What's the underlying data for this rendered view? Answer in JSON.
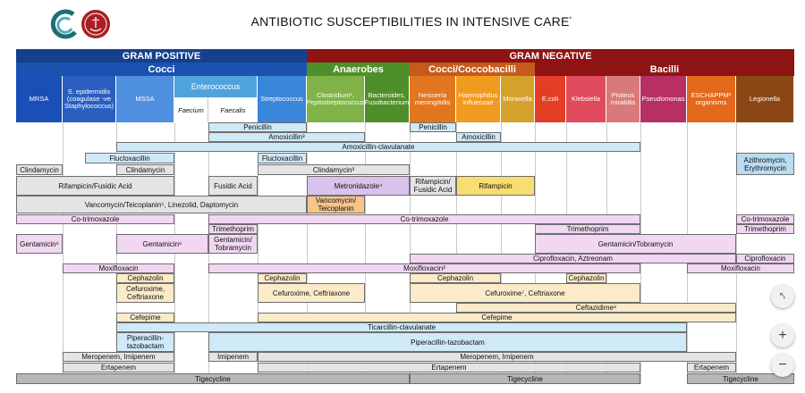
{
  "title": "ANTIBIOTIC SUSCEPTIBILITIES IN INTENSIVE CARE",
  "title_mark": "*",
  "headers": {
    "gram_positive": "GRAM POSITIVE",
    "gram_negative": "GRAM NEGATIVE",
    "cocci": "Cocci",
    "anaerobes": "Anaerobes",
    "cocci_coccobacilli": "Cocci/Coccobacilli",
    "bacilli": "Bacilli",
    "enterococcus": "Enterococcus",
    "faecium": "Faecium",
    "faecalis": "Faecalis"
  },
  "columns": [
    {
      "label": "MRSA"
    },
    {
      "label": "S. epidermidis (coagulase -ve Staphylococcus)"
    },
    {
      "label": "MSSA"
    },
    {
      "label": "Streptococcus"
    },
    {
      "label": "Clostridium¹, Peptostreptococcus"
    },
    {
      "label": "Bacteroides, Fusobacterium"
    },
    {
      "label": "Neisseria meningitidis"
    },
    {
      "label": "Haemophilus influenzae"
    },
    {
      "label": "Moraxella"
    },
    {
      "label": "E.coli"
    },
    {
      "label": "Klebsiella"
    },
    {
      "label": "Proteus mirabilis"
    },
    {
      "label": "Pseudomonas"
    },
    {
      "label": "ESCHAPPM² organisms"
    },
    {
      "label": "Legionella"
    }
  ],
  "bars": [
    {
      "label": "Penicillin"
    },
    {
      "label": "Penicillin"
    },
    {
      "label": "Amoxicillin³"
    },
    {
      "label": "Amoxicillin"
    },
    {
      "label": "Amoxicillin-clavulanate"
    },
    {
      "label": "Flucloxacillin"
    },
    {
      "label": "Flucloxacillin"
    },
    {
      "label": "Azithromycin, Erythromycin"
    },
    {
      "label": "Clindamycin"
    },
    {
      "label": "Clindamycin"
    },
    {
      "label": "Clindamycin³"
    },
    {
      "label": "Rifampicin/Fusidic Acid"
    },
    {
      "label": "Fusidic Acid"
    },
    {
      "label": "Metronidazole⁴"
    },
    {
      "label": "Rifampicin/ Fusidic Acid"
    },
    {
      "label": "Rifampicin"
    },
    {
      "label": "Vancomycin/Teicoplanin⁵, Linezolid, Daptomycin"
    },
    {
      "label": "Vancomycin/ Teicoplanin"
    },
    {
      "label": "Co-trimoxazole"
    },
    {
      "label": "Co-trimoxazole"
    },
    {
      "label": "Co-trimoxazole"
    },
    {
      "label": "Trimethoprim"
    },
    {
      "label": "Trimethoprim"
    },
    {
      "label": "Trimethoprim"
    },
    {
      "label": "Gentamicin⁶"
    },
    {
      "label": "Gentamicin⁶"
    },
    {
      "label": "Gentamicin/ Tobramycin"
    },
    {
      "label": "Gentamicin/Tobramycin"
    },
    {
      "label": "Ciprofloxacin, Aztreonam"
    },
    {
      "label": "Ciprofloxacin"
    },
    {
      "label": "Moxifloxacin"
    },
    {
      "label": "Moxifloxacin³"
    },
    {
      "label": "Moxifloxacin"
    },
    {
      "label": "Cephazolin"
    },
    {
      "label": "Cephazolin"
    },
    {
      "label": "Cephazolin"
    },
    {
      "label": "Cephazolin"
    },
    {
      "label": "Cefuroxime, Ceftriaxone"
    },
    {
      "label": "Cefuroxime, Ceftriaxone"
    },
    {
      "label": "Cefuroxime⁷, Ceftriaxone"
    },
    {
      "label": "Ceftazidime⁸"
    },
    {
      "label": "Cefepime"
    },
    {
      "label": "Cefepime"
    },
    {
      "label": "Ticarcillin-clavulanate"
    },
    {
      "label": "Piperacillin-tazobactam"
    },
    {
      "label": "Piperacillin-tazobactam"
    },
    {
      "label": "Meropenem, Imipenem"
    },
    {
      "label": "Imipenem"
    },
    {
      "label": "Meropenem, Imipenem"
    },
    {
      "label": "Ertapenem"
    },
    {
      "label": "Ertapenem"
    },
    {
      "label": "Ertapenem"
    },
    {
      "label": "Tigecycline"
    },
    {
      "label": "Tigecycline"
    },
    {
      "label": "Tigecycline"
    }
  ],
  "zoom": {
    "collapse": "⤣",
    "zoom_in": "+",
    "zoom_out": "−"
  },
  "colors": {
    "gram_positive": "#163f8c",
    "gram_negative": "#8e1313",
    "cocci_blue": "#1b52b0",
    "anaerobes_green": "#4f8f2a",
    "cocci_coccobacilli_orange": "#c65a1c",
    "bacilli_red": "#8e1313"
  }
}
